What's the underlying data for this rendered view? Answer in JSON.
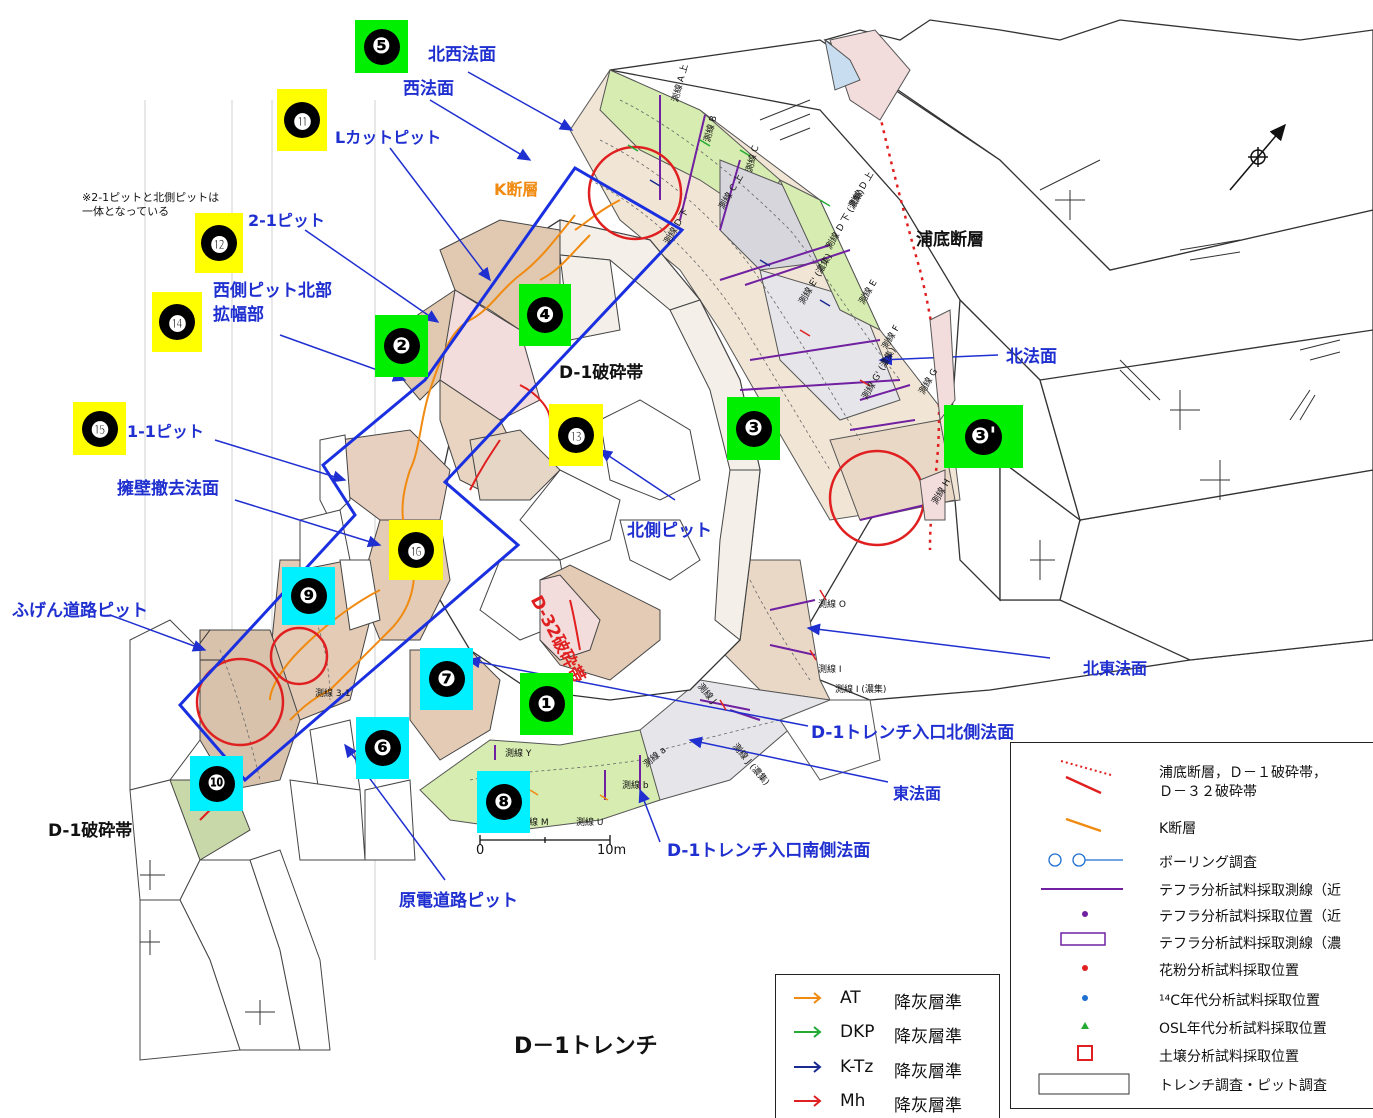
{
  "badges": [
    {
      "num": "5",
      "glyph": "❺",
      "bg": "#00ee00"
    },
    {
      "num": "11",
      "glyph": "⓫",
      "bg": "#ffff00"
    },
    {
      "num": "12",
      "glyph": "⓬",
      "bg": "#ffff00"
    },
    {
      "num": "14",
      "glyph": "⓮",
      "bg": "#ffff00"
    },
    {
      "num": "2",
      "glyph": "❷",
      "bg": "#00ee00"
    },
    {
      "num": "4",
      "glyph": "❹",
      "bg": "#00ee00"
    },
    {
      "num": "15",
      "glyph": "⓯",
      "bg": "#ffff00"
    },
    {
      "num": "13",
      "glyph": "⓭",
      "bg": "#ffff00"
    },
    {
      "num": "3",
      "glyph": "❸",
      "bg": "#00ee00"
    },
    {
      "num": "3'",
      "glyph": "❸'",
      "bg": "#00ee00"
    },
    {
      "num": "16",
      "glyph": "⓰",
      "bg": "#ffff00"
    },
    {
      "num": "9",
      "glyph": "❾",
      "bg": "#00f0ff"
    },
    {
      "num": "7",
      "glyph": "❼",
      "bg": "#00f0ff"
    },
    {
      "num": "1",
      "glyph": "❶",
      "bg": "#00ee00"
    },
    {
      "num": "6",
      "glyph": "❻",
      "bg": "#00f0ff"
    },
    {
      "num": "10",
      "glyph": "❿",
      "bg": "#00f0ff"
    },
    {
      "num": "8",
      "glyph": "❽",
      "bg": "#00f0ff"
    }
  ],
  "labels": {
    "hokusei_houmen": "北西法面",
    "nishi_houmen": "西法面",
    "k_dansou": "K断層",
    "l_cut_pit": "Lカットピット",
    "note_line1": "※2-1ピットと北側ピットは",
    "note_line2": "一体となっている",
    "pit_2_1": "2-1ピット",
    "nishigawa_pit_1": "西側ピット北部",
    "nishigawa_pit_2": "拡幅部",
    "d1_hasaitai_center": "D-1破砕帯",
    "pit_1_1": "1-1ピット",
    "youheki": "擁壁撤去法面",
    "kitagawa_pit": "北側ピット",
    "d32": "D-32破砕帯",
    "urazoko": "浦底断層",
    "kita_houmen": "北法面",
    "fugen_pit": "ふげん道路ピット",
    "hokutou_houmen": "北東法面",
    "d1_trench_kita": "D-1トレンチ入口北側法面",
    "higashi_houmen": "東法面",
    "d1_hasaitai_left": "D-1破砕帯",
    "d1_trench_minami": "D-1トレンチ入口南側法面",
    "genden_pit": "原電道路ピット",
    "title": "D－1トレンチ",
    "scale_0": "0",
    "scale_10": "10m"
  },
  "sokusen": [
    "測線 A 上",
    "測線 B",
    "測線 C",
    "測線 C 上",
    "測線 D 上",
    "測線 D 下",
    "測線 D 下 (濃集)",
    "測線 E",
    "測線 E' (濃集)",
    "測線 F",
    "測線 G",
    "測線 G' (濃集)",
    "測線 H",
    "測線 O",
    "測線 I",
    "測線 I (濃集)",
    "測線 J",
    "測線 J (濃集)",
    "測線 a",
    "測線 b",
    "測線 U",
    "測線 M",
    "測線 Y",
    "測線 3-1"
  ],
  "ash_legend": [
    {
      "code": "AT",
      "label": "降灰層準",
      "color": "#f08a10"
    },
    {
      "code": "DKP",
      "label": "降灰層準",
      "color": "#22aa33"
    },
    {
      "code": "K-Tz",
      "label": "降灰層準",
      "color": "#1a2a90"
    },
    {
      "code": "Mh",
      "label": "降灰層準",
      "color": "#e02020"
    }
  ],
  "legend": [
    {
      "symbol": "fault-lines",
      "text1": "浦底断層，Ｄ－１破砕帯，",
      "text2": "Ｄ－３２破砕帯"
    },
    {
      "symbol": "k-fault-line",
      "text1": "K断層",
      "text2": ""
    },
    {
      "symbol": "boring-circles",
      "text1": "ボーリング調査",
      "text2": ""
    },
    {
      "symbol": "tephra-line",
      "text1": "テフラ分析試料採取測線（近",
      "text2": ""
    },
    {
      "symbol": "tephra-dot",
      "text1": "テフラ分析試料採取位置（近",
      "text2": ""
    },
    {
      "symbol": "tephra-rect",
      "text1": "テフラ分析試料採取測線（濃",
      "text2": ""
    },
    {
      "symbol": "pollen-dot",
      "text1": "花粉分析試料採取位置",
      "text2": ""
    },
    {
      "symbol": "c14-dot",
      "text1": "¹⁴C年代分析試料採取位置",
      "text2": ""
    },
    {
      "symbol": "osl-triangle",
      "text1": "OSL年代分析試料採取位置",
      "text2": ""
    },
    {
      "symbol": "soil-square",
      "text1": "土壌分析試料採取位置",
      "text2": ""
    },
    {
      "symbol": "trench-rect",
      "text1": "トレンチ調査・ピット調査",
      "text2": ""
    }
  ],
  "colors": {
    "label_blue": "#1f2fd0",
    "fault_red": "#e02020",
    "k_fault_orange": "#f08a10",
    "highlight_frame": "#1a2fe0",
    "circle_red": "#e02020",
    "tephra_purple": "#7020a0",
    "slope_green": "#d6ecb0",
    "slope_tan": "#e0c9b0",
    "slope_pink": "#f3dcdc",
    "slope_gray": "#d6d6dc"
  }
}
